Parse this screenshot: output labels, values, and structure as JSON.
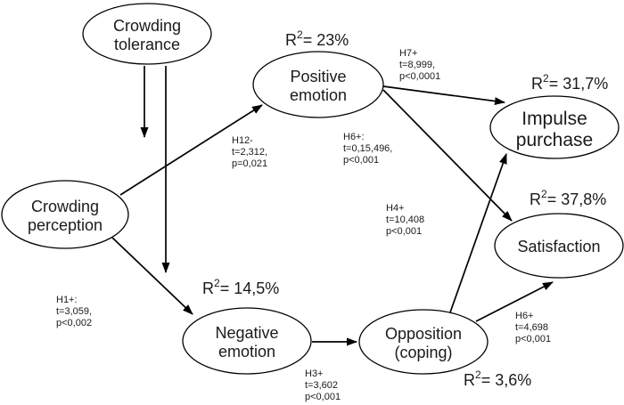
{
  "nodes": {
    "crowding_tolerance": {
      "line1": "Crowding",
      "line2": "tolerance"
    },
    "crowding_perception": {
      "line1": "Crowding",
      "line2": "perception"
    },
    "positive_emotion": {
      "line1": "Positive",
      "line2": "emotion"
    },
    "negative_emotion": {
      "line1": "Negative",
      "line2": "emotion"
    },
    "opposition": {
      "line1": "Opposition",
      "line2": "(coping)"
    },
    "impulse_purchase": {
      "line1": "Impulse",
      "line2": "purchase"
    },
    "satisfaction": {
      "line1": "Satisfaction"
    }
  },
  "r2": {
    "positive_emotion": {
      "base": "R",
      "sup": "2",
      "value": "= 23%"
    },
    "impulse_purchase": {
      "base": "R",
      "sup": "2",
      "value": "= 31,7%"
    },
    "satisfaction": {
      "base": "R",
      "sup": "2",
      "value": "= 37,8%"
    },
    "negative_emotion": {
      "base": "R",
      "sup": "2",
      "value": "= 14,5%"
    },
    "opposition": {
      "base": "R",
      "sup": "2",
      "value": "= 3,6%"
    }
  },
  "path_labels": {
    "h12": {
      "line1": "H12-",
      "line2": "t=2,312,",
      "line3": "p=0,021"
    },
    "h1": {
      "line1": "H1+:",
      "line2": "t=3,059,",
      "line3": "p<0,002"
    },
    "h3": {
      "line1": "H3+",
      "line2": "t=3,602",
      "line3": "p<0,001"
    },
    "h6_pos_sat": {
      "line1": "H6+:",
      "line2": "t=0,15,496,",
      "line3": "p<0,001"
    },
    "h7": {
      "line1": "H7+",
      "line2": "t=8,999,",
      "line3": "p<0,0001"
    },
    "h4": {
      "line1": "H4+",
      "line2": "t=10,408",
      "line3": "p<0,001"
    },
    "h6_opp_sat": {
      "line1": "H6+",
      "line2": "t=4,698",
      "line3": "p<0,001"
    }
  },
  "edges": [
    {
      "id": "tolerance-arrow-short",
      "from": "crowding_tolerance",
      "to": "h12-path"
    },
    {
      "id": "tolerance-arrow-long",
      "from": "crowding_tolerance",
      "to": "h1-path"
    },
    {
      "id": "h12",
      "from": "crowding_perception",
      "to": "positive_emotion",
      "label": "H12- t=2,312, p=0,021"
    },
    {
      "id": "h1",
      "from": "crowding_perception",
      "to": "negative_emotion",
      "label": "H1+: t=3,059, p<0,002"
    },
    {
      "id": "h3",
      "from": "negative_emotion",
      "to": "opposition",
      "label": "H3+ t=3,602 p<0,001"
    },
    {
      "id": "h7",
      "from": "positive_emotion",
      "to": "impulse_purchase",
      "label": "H7+ t=8,999, p<0,0001"
    },
    {
      "id": "h6-pos-sat",
      "from": "positive_emotion",
      "to": "satisfaction",
      "label": "H6+: t=0,15,496, p<0,001"
    },
    {
      "id": "h4",
      "from": "opposition",
      "to": "impulse_purchase",
      "label": "H4+ t=10,408 p<0,001"
    },
    {
      "id": "h6-opp-sat",
      "from": "opposition",
      "to": "satisfaction",
      "label": "H6+ t=4,698 p<0,001"
    }
  ],
  "colors": {
    "line": "#000000",
    "text": "#1a1a1a",
    "background": "#ffffff"
  }
}
